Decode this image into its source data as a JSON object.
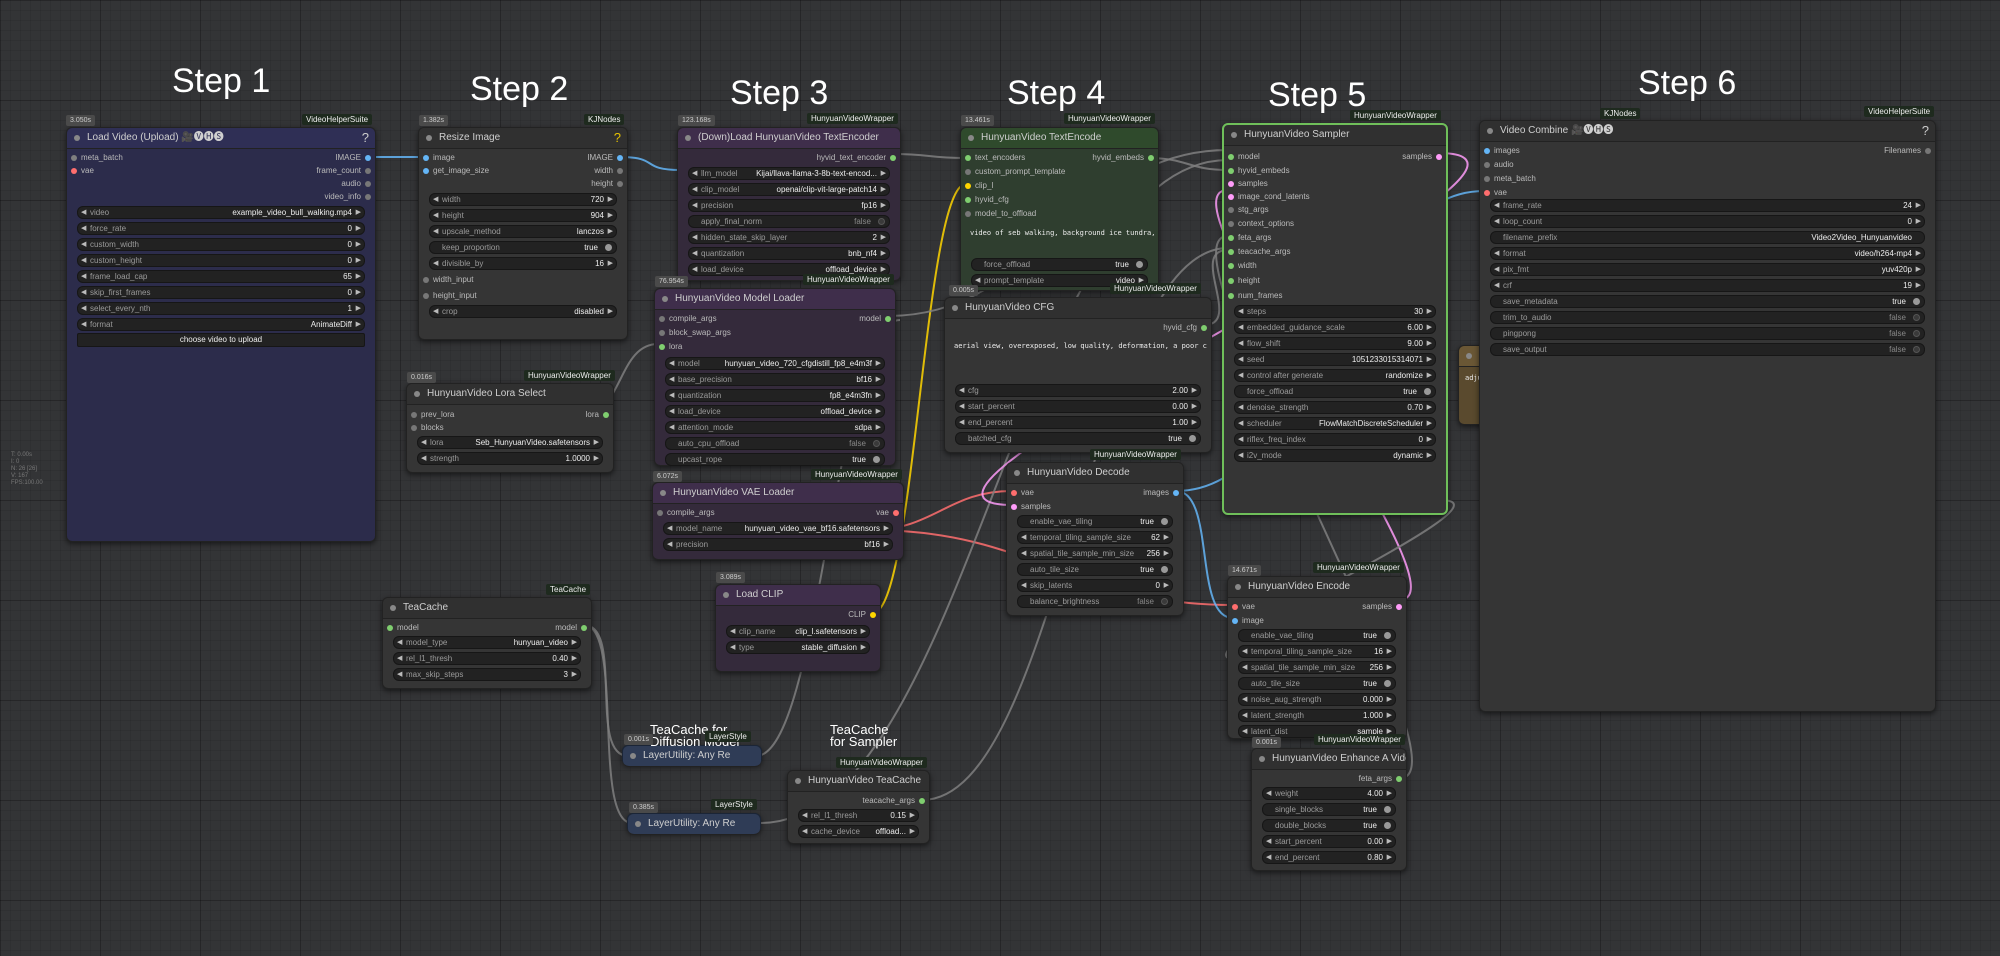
{
  "steps": [
    "Step 1",
    "Step 2",
    "Step 3",
    "Step 4",
    "Step 5",
    "Step 6"
  ],
  "side_info": [
    "T: 0.00s",
    "I: 0",
    "N: 26 [26]",
    "V: 167",
    "FPS:100.00"
  ],
  "colors": {
    "image": "#64b5f6",
    "vae": "#ff6e6e",
    "clip": "#ffd500",
    "model": "#b39ddb",
    "samples": "#ff9cf9",
    "conditioning": "#ffa931",
    "generic": "#7f7f7f",
    "selected": "#6fbf5a"
  },
  "nodes": {
    "load_video": {
      "title": "Load Video (Upload) 🎥🅥🅗🅢",
      "badge": "VideoHelperSuite",
      "timer": "3.050s",
      "inputs": [
        "meta_batch",
        "vae"
      ],
      "outputs": [
        "IMAGE",
        "frame_count",
        "audio",
        "video_info"
      ],
      "widgets": [
        {
          "label": "video",
          "value": "example_video_bull_walking.mp4"
        },
        {
          "label": "force_rate",
          "value": "0"
        },
        {
          "label": "custom_width",
          "value": "0"
        },
        {
          "label": "custom_height",
          "value": "0"
        },
        {
          "label": "frame_load_cap",
          "value": "65"
        },
        {
          "label": "skip_first_frames",
          "value": "0"
        },
        {
          "label": "select_every_nth",
          "value": "1"
        },
        {
          "label": "format",
          "value": "AnimateDiff"
        }
      ],
      "upload_label": "choose video to upload"
    },
    "resize_image": {
      "title": "Resize Image",
      "badge": "KJNodes",
      "timer": "1.382s",
      "inputs": [
        "image",
        "get_image_size"
      ],
      "outputs": [
        "IMAGE",
        "width",
        "height"
      ],
      "widgets": [
        {
          "label": "width",
          "value": "720"
        },
        {
          "label": "height",
          "value": "904"
        },
        {
          "label": "upscale_method",
          "value": "lanczos"
        },
        {
          "label": "keep_proportion",
          "value": "true"
        },
        {
          "label": "divisible_by",
          "value": "16"
        }
      ],
      "extra_inputs": [
        "width_input",
        "height_input"
      ],
      "crop": {
        "label": "crop",
        "value": "disabled"
      }
    },
    "text_encoder_loader": {
      "title": "(Down)Load HunyuanVideo TextEncoder",
      "badge": "HunyuanVideoWrapper",
      "timer": "123.168s",
      "outputs": [
        "hyvid_text_encoder"
      ],
      "widgets": [
        {
          "label": "llm_model",
          "value": "Kijai/llava-llama-3-8b-text-encod..."
        },
        {
          "label": "clip_model",
          "value": "openai/clip-vit-large-patch14"
        },
        {
          "label": "precision",
          "value": "fp16"
        },
        {
          "label": "apply_final_norm",
          "value": "false"
        },
        {
          "label": "hidden_state_skip_layer",
          "value": "2"
        },
        {
          "label": "quantization",
          "value": "bnb_nf4"
        },
        {
          "label": "load_device",
          "value": "offload_device"
        }
      ]
    },
    "model_loader": {
      "title": "HunyuanVideo Model Loader",
      "badge": "HunyuanVideoWrapper",
      "timer": "76.954s",
      "inputs": [
        "compile_args",
        "block_swap_args",
        "lora"
      ],
      "outputs": [
        "model"
      ],
      "widgets": [
        {
          "label": "model",
          "value": "hunyuan_video_720_cfgdistill_fp8_e4m3f"
        },
        {
          "label": "base_precision",
          "value": "bf16"
        },
        {
          "label": "quantization",
          "value": "fp8_e4m3fn"
        },
        {
          "label": "load_device",
          "value": "offload_device"
        },
        {
          "label": "attention_mode",
          "value": "sdpa"
        },
        {
          "label": "auto_cpu_offload",
          "value": "false"
        },
        {
          "label": "upcast_rope",
          "value": "true"
        }
      ]
    },
    "lora_select": {
      "title": "HunyuanVideo Lora Select",
      "badge": "HunyuanVideoWrapper",
      "timer": "0.016s",
      "inputs": [
        "prev_lora",
        "blocks"
      ],
      "outputs": [
        "lora"
      ],
      "widgets": [
        {
          "label": "lora",
          "value": "Seb_HunyuanVideo.safetensors"
        },
        {
          "label": "strength",
          "value": "1.0000"
        }
      ]
    },
    "vae_loader": {
      "title": "HunyuanVideo VAE Loader",
      "badge": "HunyuanVideoWrapper",
      "timer": "6.072s",
      "inputs": [
        "compile_args"
      ],
      "outputs": [
        "vae"
      ],
      "widgets": [
        {
          "label": "model_name",
          "value": "hunyuan_video_vae_bf16.safetensors"
        },
        {
          "label": "precision",
          "value": "bf16"
        }
      ]
    },
    "load_clip": {
      "title": "Load CLIP",
      "timer": "3.089s",
      "outputs": [
        "CLIP"
      ],
      "widgets": [
        {
          "label": "clip_name",
          "value": "clip_l.safetensors"
        },
        {
          "label": "type",
          "value": "stable_diffusion"
        }
      ]
    },
    "text_encode": {
      "title": "HunyuanVideo TextEncode",
      "badge": "HunyuanVideoWrapper",
      "timer": "13.461s",
      "inputs": [
        "text_encoders",
        "custom_prompt_template",
        "clip_l",
        "hyvid_cfg",
        "model_to_offload"
      ],
      "outputs": [
        "hyvid_embeds"
      ],
      "prompt": "video of seb walking, background ice tundra, masterpiece, best quality",
      "widgets": [
        {
          "label": "force_offload",
          "value": "true"
        },
        {
          "label": "prompt_template",
          "value": "video"
        }
      ]
    },
    "cfg": {
      "title": "HunyuanVideo CFG",
      "badge": "HunyuanVideoWrapper",
      "timer": "0.005s",
      "outputs": [
        "hyvid_cfg"
      ],
      "negative_prompt": "aerial view, overexposed, low quality, deformation, a poor composition, bad hands, bad teeth, bad eyes",
      "widgets": [
        {
          "label": "cfg",
          "value": "2.00"
        },
        {
          "label": "start_percent",
          "value": "0.00"
        },
        {
          "label": "end_percent",
          "value": "1.00"
        },
        {
          "label": "batched_cfg",
          "value": "true"
        }
      ]
    },
    "sampler": {
      "title": "HunyuanVideo Sampler",
      "badge": "HunyuanVideoWrapper",
      "inputs": [
        "model",
        "hyvid_embeds",
        "samples",
        "image_cond_latents",
        "stg_args",
        "context_options",
        "feta_args",
        "teacache_args",
        "width",
        "height",
        "num_frames"
      ],
      "outputs": [
        "samples"
      ],
      "widgets": [
        {
          "label": "steps",
          "value": "30"
        },
        {
          "label": "embedded_guidance_scale",
          "value": "6.00"
        },
        {
          "label": "flow_shift",
          "value": "9.00"
        },
        {
          "label": "seed",
          "value": "1051233015314071"
        },
        {
          "label": "control after generate",
          "value": "randomize"
        },
        {
          "label": "force_offload",
          "value": "true"
        },
        {
          "label": "denoise_strength",
          "value": "0.70"
        },
        {
          "label": "scheduler",
          "value": "FlowMatchDiscreteScheduler"
        },
        {
          "label": "riflex_freq_index",
          "value": "0"
        },
        {
          "label": "i2v_mode",
          "value": "dynamic"
        }
      ]
    },
    "decode": {
      "title": "HunyuanVideo Decode",
      "badge": "HunyuanVideoWrapper",
      "inputs": [
        "vae",
        "samples"
      ],
      "outputs": [
        "images"
      ],
      "widgets": [
        {
          "label": "enable_vae_tiling",
          "value": "true"
        },
        {
          "label": "temporal_tiling_sample_size",
          "value": "62"
        },
        {
          "label": "spatial_tile_sample_min_size",
          "value": "256"
        },
        {
          "label": "auto_tile_size",
          "value": "true"
        },
        {
          "label": "skip_latents",
          "value": "0"
        },
        {
          "label": "balance_brightness",
          "value": "false"
        }
      ]
    },
    "encode": {
      "title": "HunyuanVideo Encode",
      "badge": "HunyuanVideoWrapper",
      "timer": "14.671s",
      "inputs": [
        "vae",
        "image"
      ],
      "outputs": [
        "samples"
      ],
      "widgets": [
        {
          "label": "enable_vae_tiling",
          "value": "true"
        },
        {
          "label": "temporal_tiling_sample_size",
          "value": "16"
        },
        {
          "label": "spatial_tile_sample_min_size",
          "value": "256"
        },
        {
          "label": "auto_tile_size",
          "value": "true"
        },
        {
          "label": "noise_aug_strength",
          "value": "0.000"
        },
        {
          "label": "latent_strength",
          "value": "1.000"
        },
        {
          "label": "latent_dist",
          "value": "sample"
        }
      ]
    },
    "enhance": {
      "title": "HunyuanVideo Enhance A Video",
      "badge": "HunyuanVideoWrapper",
      "timer": "0.001s",
      "outputs": [
        "feta_args"
      ],
      "widgets": [
        {
          "label": "weight",
          "value": "4.00"
        },
        {
          "label": "single_blocks",
          "value": "true"
        },
        {
          "label": "double_blocks",
          "value": "true"
        },
        {
          "label": "start_percent",
          "value": "0.00"
        },
        {
          "label": "end_percent",
          "value": "0.80"
        }
      ]
    },
    "teacache": {
      "title": "TeaCache",
      "badge": "TeaCache",
      "inputs": [
        "model"
      ],
      "outputs": [
        "model"
      ],
      "widgets": [
        {
          "label": "model_type",
          "value": "hunyuan_video"
        },
        {
          "label": "rel_l1_thresh",
          "value": "0.40"
        },
        {
          "label": "max_skip_steps",
          "value": "3"
        }
      ]
    },
    "any1": {
      "title": "LayerUtility: Any Re",
      "badge": "LayerStyle",
      "timer": "0.001s"
    },
    "any2": {
      "title": "LayerUtility: Any Re",
      "badge": "LayerStyle",
      "timer": "0.385s"
    },
    "video_teacache": {
      "title": "HunyuanVideo TeaCache",
      "badge": "HunyuanVideoWrapper",
      "outputs": [
        "teacache_args"
      ],
      "widgets": [
        {
          "label": "rel_l1_thresh",
          "value": "0.15"
        },
        {
          "label": "cache_device",
          "value": "offload..."
        }
      ]
    },
    "video_combine": {
      "title": "Video Combine 🎥🅥🅗🅢",
      "badge": "VideoHelperSuite",
      "badge2": "KJNodes",
      "inputs": [
        "images",
        "audio",
        "meta_batch",
        "vae"
      ],
      "outputs": [
        "Filenames"
      ],
      "widgets": [
        {
          "label": "frame_rate",
          "value": "24"
        },
        {
          "label": "loop_count",
          "value": "0"
        },
        {
          "label": "filename_prefix",
          "value": "Video2Video_Hunyuanvideo"
        },
        {
          "label": "format",
          "value": "video/h264-mp4"
        },
        {
          "label": "pix_fmt",
          "value": "yuv420p"
        },
        {
          "label": "crf",
          "value": "19"
        },
        {
          "label": "save_metadata",
          "value": "true"
        },
        {
          "label": "trim_to_audio",
          "value": "false"
        },
        {
          "label": "pingpong",
          "value": "false"
        },
        {
          "label": "save_output",
          "value": "false"
        }
      ]
    },
    "partial": {
      "title": "N",
      "text": "adju"
    }
  },
  "notes": {
    "note1": "TeaCache for\nDiffusion Model",
    "note2": "TeaCache\nfor Sampler"
  }
}
